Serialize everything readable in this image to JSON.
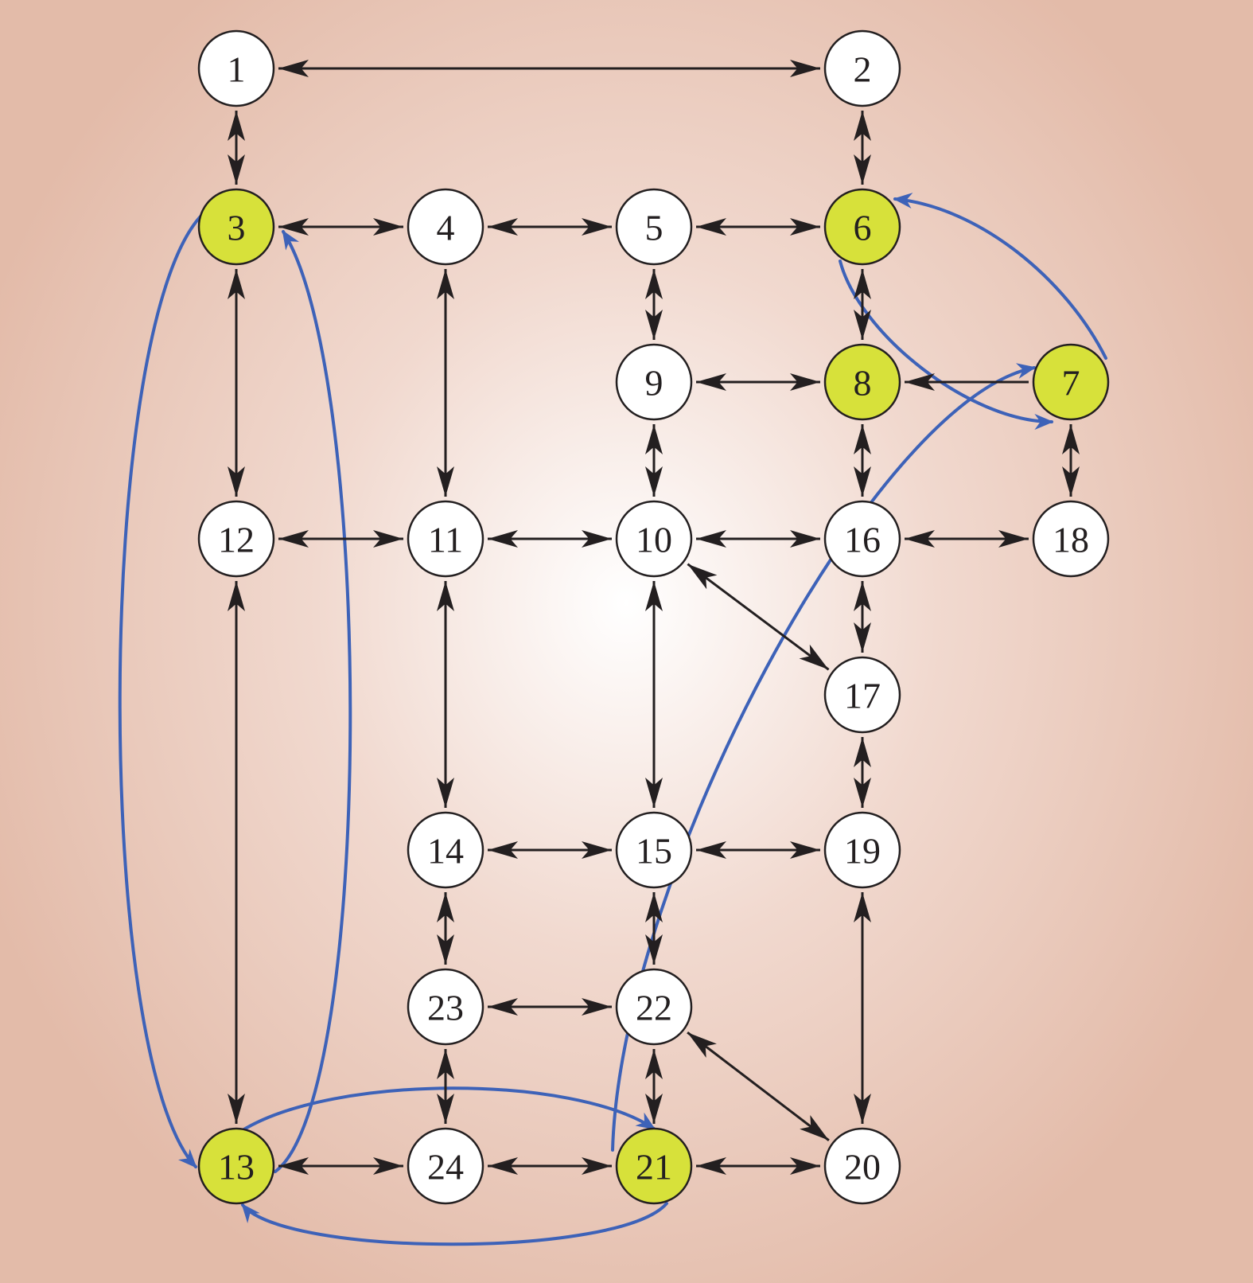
{
  "colors": {
    "node_fill": "#ffffff",
    "highlight_fill": "#d7e13a",
    "node_stroke": "#231f20",
    "edge": "#231f20",
    "special_edge": "#3d62b8"
  },
  "nodes": [
    {
      "id": "1",
      "highlighted": false
    },
    {
      "id": "2",
      "highlighted": false
    },
    {
      "id": "3",
      "highlighted": true
    },
    {
      "id": "4",
      "highlighted": false
    },
    {
      "id": "5",
      "highlighted": false
    },
    {
      "id": "6",
      "highlighted": true
    },
    {
      "id": "7",
      "highlighted": true
    },
    {
      "id": "8",
      "highlighted": true
    },
    {
      "id": "9",
      "highlighted": false
    },
    {
      "id": "10",
      "highlighted": false
    },
    {
      "id": "11",
      "highlighted": false
    },
    {
      "id": "12",
      "highlighted": false
    },
    {
      "id": "13",
      "highlighted": true
    },
    {
      "id": "14",
      "highlighted": false
    },
    {
      "id": "15",
      "highlighted": false
    },
    {
      "id": "16",
      "highlighted": false
    },
    {
      "id": "17",
      "highlighted": false
    },
    {
      "id": "18",
      "highlighted": false
    },
    {
      "id": "19",
      "highlighted": false
    },
    {
      "id": "20",
      "highlighted": false
    },
    {
      "id": "21",
      "highlighted": true
    },
    {
      "id": "22",
      "highlighted": false
    },
    {
      "id": "23",
      "highlighted": false
    },
    {
      "id": "24",
      "highlighted": false
    }
  ],
  "edges": [
    {
      "from": "1",
      "to": "2",
      "direction": "both"
    },
    {
      "from": "1",
      "to": "3",
      "direction": "both"
    },
    {
      "from": "2",
      "to": "6",
      "direction": "both"
    },
    {
      "from": "3",
      "to": "4",
      "direction": "both"
    },
    {
      "from": "4",
      "to": "5",
      "direction": "both"
    },
    {
      "from": "5",
      "to": "6",
      "direction": "both"
    },
    {
      "from": "3",
      "to": "12",
      "direction": "both"
    },
    {
      "from": "4",
      "to": "11",
      "direction": "both"
    },
    {
      "from": "5",
      "to": "9",
      "direction": "both"
    },
    {
      "from": "6",
      "to": "8",
      "direction": "both"
    },
    {
      "from": "9",
      "to": "8",
      "direction": "both"
    },
    {
      "from": "7",
      "to": "8",
      "direction": "forward"
    },
    {
      "from": "9",
      "to": "10",
      "direction": "both"
    },
    {
      "from": "8",
      "to": "16",
      "direction": "both"
    },
    {
      "from": "7",
      "to": "18",
      "direction": "both"
    },
    {
      "from": "12",
      "to": "11",
      "direction": "both"
    },
    {
      "from": "11",
      "to": "10",
      "direction": "both"
    },
    {
      "from": "10",
      "to": "16",
      "direction": "both"
    },
    {
      "from": "16",
      "to": "18",
      "direction": "both"
    },
    {
      "from": "12",
      "to": "13",
      "direction": "both"
    },
    {
      "from": "11",
      "to": "14",
      "direction": "both"
    },
    {
      "from": "10",
      "to": "15",
      "direction": "both"
    },
    {
      "from": "10",
      "to": "17",
      "direction": "both"
    },
    {
      "from": "16",
      "to": "17",
      "direction": "both"
    },
    {
      "from": "17",
      "to": "19",
      "direction": "both"
    },
    {
      "from": "14",
      "to": "15",
      "direction": "both"
    },
    {
      "from": "15",
      "to": "19",
      "direction": "both"
    },
    {
      "from": "14",
      "to": "23",
      "direction": "both"
    },
    {
      "from": "15",
      "to": "22",
      "direction": "both"
    },
    {
      "from": "19",
      "to": "20",
      "direction": "both"
    },
    {
      "from": "23",
      "to": "22",
      "direction": "both"
    },
    {
      "from": "23",
      "to": "24",
      "direction": "both"
    },
    {
      "from": "22",
      "to": "21",
      "direction": "both"
    },
    {
      "from": "22",
      "to": "20",
      "direction": "both"
    },
    {
      "from": "13",
      "to": "24",
      "direction": "both"
    },
    {
      "from": "24",
      "to": "21",
      "direction": "both"
    },
    {
      "from": "21",
      "to": "20",
      "direction": "both"
    }
  ],
  "special_edges": [
    {
      "from": "3",
      "to": "13"
    },
    {
      "from": "13",
      "to": "3"
    },
    {
      "from": "13",
      "to": "21"
    },
    {
      "from": "21",
      "to": "13"
    },
    {
      "from": "7",
      "to": "6"
    },
    {
      "from": "6",
      "to": "7"
    },
    {
      "from": "21",
      "to": "7"
    }
  ]
}
